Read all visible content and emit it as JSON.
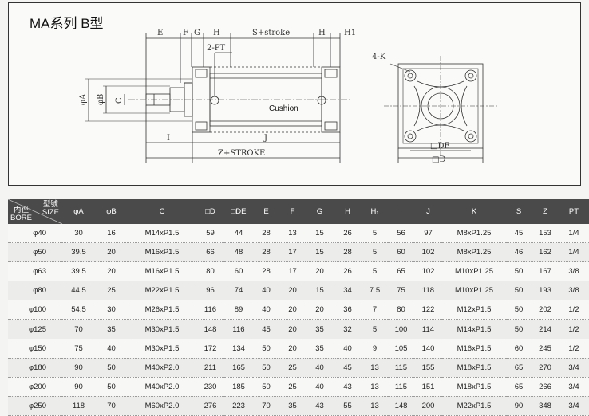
{
  "title": "MA系列 B型",
  "drawing": {
    "labels": {
      "E": "E",
      "F": "F",
      "G": "G",
      "H": "H",
      "S_stroke": "S+stroke",
      "H_right": "H",
      "H1": "H1",
      "two_pt": "2-PT",
      "four_k": "4-K",
      "phiA": "φA",
      "phiB": "φB",
      "C": "C",
      "I": "I",
      "J": "J",
      "Z_stroke": "Z+STROKE",
      "cushion": "Cushion",
      "DE": "□DE",
      "D": "□D"
    }
  },
  "table": {
    "header_corner": {
      "top_right_1": "型號",
      "top_right_2": "SIZE",
      "bottom_left_1": "內徑",
      "bottom_left_2": "BORE"
    },
    "columns": [
      "φA",
      "φB",
      "C",
      "□D",
      "□DE",
      "E",
      "F",
      "G",
      "H",
      "H₁",
      "I",
      "J",
      "K",
      "S",
      "Z",
      "PT"
    ],
    "rows": [
      [
        "φ40",
        "30",
        "16",
        "M14xP1.5",
        "59",
        "44",
        "28",
        "13",
        "15",
        "26",
        "5",
        "56",
        "97",
        "M8xP1.25",
        "45",
        "153",
        "1/4"
      ],
      [
        "φ50",
        "39.5",
        "20",
        "M16xP1.5",
        "66",
        "48",
        "28",
        "17",
        "15",
        "28",
        "5",
        "60",
        "102",
        "M8xP1.25",
        "46",
        "162",
        "1/4"
      ],
      [
        "φ63",
        "39.5",
        "20",
        "M16xP1.5",
        "80",
        "60",
        "28",
        "17",
        "20",
        "26",
        "5",
        "65",
        "102",
        "M10xP1.25",
        "50",
        "167",
        "3/8"
      ],
      [
        "φ80",
        "44.5",
        "25",
        "M22xP1.5",
        "96",
        "74",
        "40",
        "20",
        "15",
        "34",
        "7.5",
        "75",
        "118",
        "M10xP1.25",
        "50",
        "193",
        "3/8"
      ],
      [
        "φ100",
        "54.5",
        "30",
        "M26xP1.5",
        "116",
        "89",
        "40",
        "20",
        "20",
        "36",
        "7",
        "80",
        "122",
        "M12xP1.5",
        "50",
        "202",
        "1/2"
      ],
      [
        "φ125",
        "70",
        "35",
        "M30xP1.5",
        "148",
        "116",
        "45",
        "20",
        "35",
        "32",
        "5",
        "100",
        "114",
        "M14xP1.5",
        "50",
        "214",
        "1/2"
      ],
      [
        "φ150",
        "75",
        "40",
        "M30xP1.5",
        "172",
        "134",
        "50",
        "20",
        "35",
        "40",
        "9",
        "105",
        "140",
        "M16xP1.5",
        "60",
        "245",
        "1/2"
      ],
      [
        "φ180",
        "90",
        "50",
        "M40xP2.0",
        "211",
        "165",
        "50",
        "25",
        "40",
        "45",
        "13",
        "115",
        "155",
        "M18xP1.5",
        "65",
        "270",
        "3/4"
      ],
      [
        "φ200",
        "90",
        "50",
        "M40xP2.0",
        "230",
        "185",
        "50",
        "25",
        "40",
        "43",
        "13",
        "115",
        "151",
        "M18xP1.5",
        "65",
        "266",
        "3/4"
      ],
      [
        "φ250",
        "118",
        "70",
        "M60xP2.0",
        "276",
        "223",
        "70",
        "35",
        "43",
        "55",
        "13",
        "148",
        "200",
        "M22xP1.5",
        "90",
        "348",
        "3/4"
      ]
    ]
  }
}
